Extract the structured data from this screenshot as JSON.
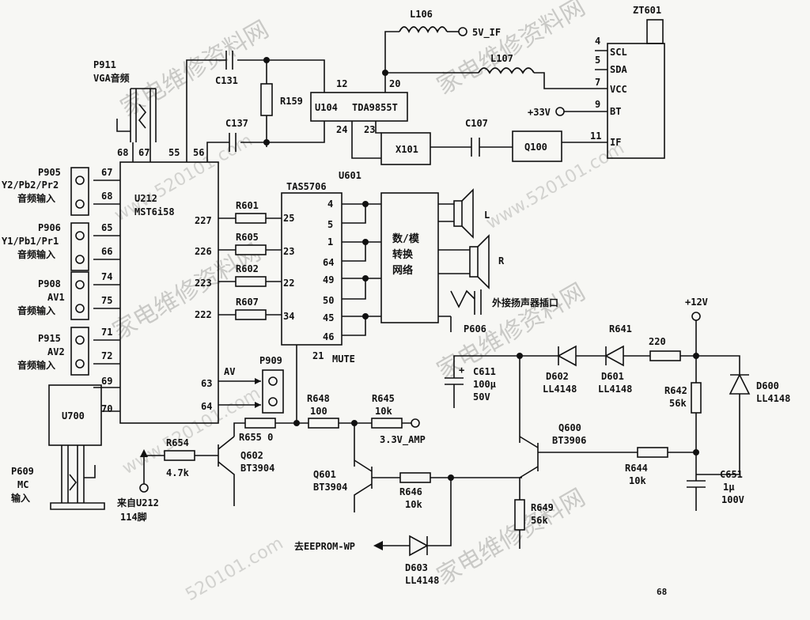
{
  "watermarks": [
    "家电维修资料网",
    "www.520101.com",
    "家电维修资料网",
    "www.520101.com",
    "家电维修资料网",
    "www.520101.com",
    "家电维修资料网",
    "520101.com",
    "家电维修资料网"
  ],
  "chips": {
    "u212": {
      "ref": "U212",
      "part": "MST6i58"
    },
    "u104": {
      "ref": "U104",
      "part": "TDA9855T"
    },
    "u601": {
      "ref": "U601",
      "part": "TAS5706"
    },
    "u700": {
      "ref": "U700"
    },
    "x101": {
      "ref": "X101"
    },
    "q100": {
      "ref": "Q100"
    },
    "zt601": {
      "ref": "ZT601"
    },
    "dac": {
      "line1": "数/模",
      "line2": "转换",
      "line3": "网络"
    }
  },
  "connectors": {
    "p911": {
      "ref": "P911",
      "desc": "VGA音频"
    },
    "p905": {
      "ref": "P905",
      "line1": "Y2/Pb2/Pr2",
      "line2": "音频输入"
    },
    "p906": {
      "ref": "P906",
      "line1": "Y1/Pb1/Pr1",
      "line2": "音频输入"
    },
    "p908": {
      "ref": "P908",
      "line1": "AV1",
      "line2": "音频输入"
    },
    "p915": {
      "ref": "P915",
      "line1": "AV2",
      "line2": "音频输入"
    },
    "p609": {
      "ref": "P609",
      "line1": "MC",
      "line2": "输入"
    },
    "p909": {
      "ref": "P909"
    },
    "p606": {
      "ref": "P606"
    },
    "ext_speaker": "外接扬声器插口"
  },
  "pins": {
    "u212_68_top": "68",
    "u212_67_top": "67",
    "u212_55": "55",
    "u212_56": "56",
    "u212_67": "67",
    "u212_68": "68",
    "u212_65": "65",
    "u212_66": "66",
    "u212_74": "74",
    "u212_75": "75",
    "u212_71": "71",
    "u212_72": "72",
    "u212_69": "69",
    "u212_70": "70",
    "u212_227": "227",
    "u212_226": "226",
    "u212_223": "223",
    "u212_222": "222",
    "u212_63": "63",
    "u212_64": "64",
    "u212_av": "AV",
    "u601_25": "25",
    "u601_23": "23",
    "u601_22": "22",
    "u601_34": "34",
    "u601_4": "4",
    "u601_5": "5",
    "u601_1": "1",
    "u601_64": "64",
    "u601_49": "49",
    "u601_50": "50",
    "u601_45": "45",
    "u601_46": "46",
    "u601_21": "21",
    "u601_mute": "MUTE",
    "u104_12": "12",
    "u104_20": "20",
    "u104_24": "24",
    "u104_23": "23",
    "zt_4": "4",
    "zt_5": "5",
    "zt_7": "7",
    "zt_9": "9",
    "zt_11": "11",
    "zt_scl": "SCL",
    "zt_sda": "SDA",
    "zt_vcc": "VCC",
    "zt_bt": "BT",
    "zt_if": "IF"
  },
  "passives": {
    "l106": "L106",
    "l107": "L107",
    "c131": "C131",
    "c137": "C137",
    "c107": "C107",
    "r159": "R159",
    "r601": "R601",
    "r605": "R605",
    "r602": "R602",
    "r607": "R607",
    "r648": "R648",
    "r648_val": "100",
    "r645": "R645",
    "r645_val": "10k",
    "r655": "R655  0",
    "r654": "R654",
    "r654_val": "4.7k",
    "r646": "R646",
    "r646_val": "10k",
    "r649": "R649",
    "r649_val": "56k",
    "r641": "R641",
    "r641_val": "220",
    "r642": "R642",
    "r642_val": "56k",
    "r644": "R644",
    "r644_val": "10k",
    "c611": "C611",
    "c611_val1": "100μ",
    "c611_val2": "50V",
    "c651": "C651",
    "c651_val1": "1μ",
    "c651_val2": "100V"
  },
  "semis": {
    "q602": "Q602",
    "q602_part": "BT3904",
    "q601": "Q601",
    "q601_part": "BT3904",
    "q600": "Q600",
    "q600_part": "BT3906",
    "d602": "D602",
    "d602_part": "LL4148",
    "d601": "D601",
    "d601_part": "LL4148",
    "d600": "D600",
    "d600_part": "LL4148",
    "d603": "D603",
    "d603_part": "LL4148"
  },
  "nets": {
    "v5_if": "5V_IF",
    "v33": "+33V",
    "v12": "+12V",
    "v33_amp": "3.3V_AMP",
    "from_u212": "来自U212",
    "from_u212_pin": "114脚",
    "to_eeprom": "去EEPROM-WP"
  },
  "speakers": {
    "left": "L",
    "right": "R"
  },
  "page_num": "68"
}
